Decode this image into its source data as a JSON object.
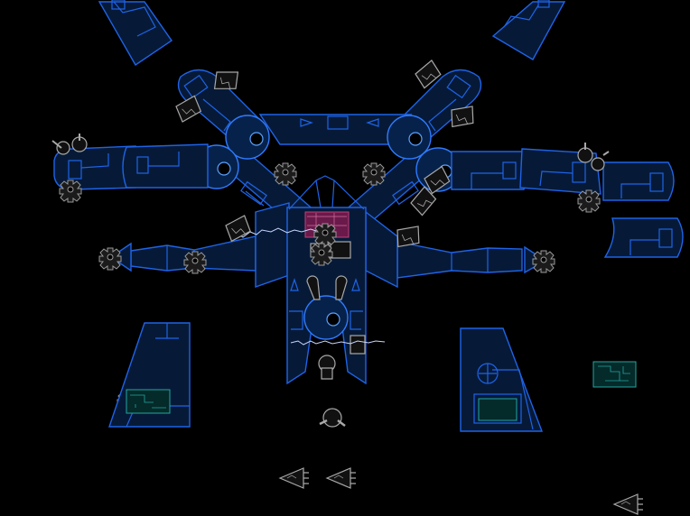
{
  "scene": {
    "title": "",
    "background": "#000000",
    "colors": {
      "outline": "#1f63e6",
      "panel_fill": "#061a38",
      "gear": "#9a9a9a",
      "circuit": "#22a6a0",
      "core": "#c0407a"
    }
  },
  "parts": [
    {
      "name": "upper-left-arm",
      "kind": "blueprint-part"
    },
    {
      "name": "upper-right-arm",
      "kind": "blueprint-part"
    },
    {
      "name": "left-arm",
      "kind": "blueprint-part"
    },
    {
      "name": "right-arm",
      "kind": "blueprint-part"
    },
    {
      "name": "central-body",
      "kind": "blueprint-part"
    },
    {
      "name": "left-leg",
      "kind": "blueprint-part"
    },
    {
      "name": "right-leg",
      "kind": "blueprint-part"
    },
    {
      "name": "loose-claw-pieces",
      "kind": "blueprint-part"
    },
    {
      "name": "circuit-board",
      "kind": "pickup"
    }
  ],
  "icons": {
    "gear": "gear-icon",
    "arrow": "arrow-piece-icon",
    "spark": "electric-spark-icon",
    "core": "power-core-icon"
  }
}
